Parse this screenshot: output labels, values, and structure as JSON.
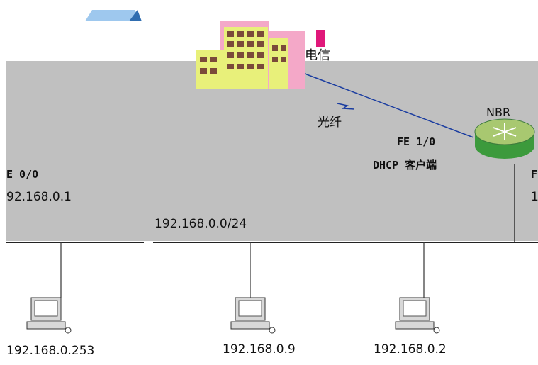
{
  "isp": {
    "label": "电信"
  },
  "link": {
    "label": "光纤"
  },
  "router": {
    "label": "NBR"
  },
  "wan_port": {
    "label": "FE 1/0",
    "mode": "DHCP 客户端"
  },
  "lan_port": {
    "label": "E 0/0",
    "ip": "92.168.0.1"
  },
  "right_port": {
    "label_fragment": "F",
    "ip_fragment": "1"
  },
  "subnet": {
    "label": "192.168.0.0/24"
  },
  "hosts": [
    {
      "ip": "192.168.0.253"
    },
    {
      "ip": "192.168.0.9"
    },
    {
      "ip": "192.168.0.2"
    }
  ],
  "colors": {
    "band": "#c0c0c0",
    "building": "#e8f07a",
    "building_alt": "#f4a8c8",
    "router_top": "#a8c870",
    "router_side": "#3c9a3c",
    "link": "#1a3ca0"
  }
}
